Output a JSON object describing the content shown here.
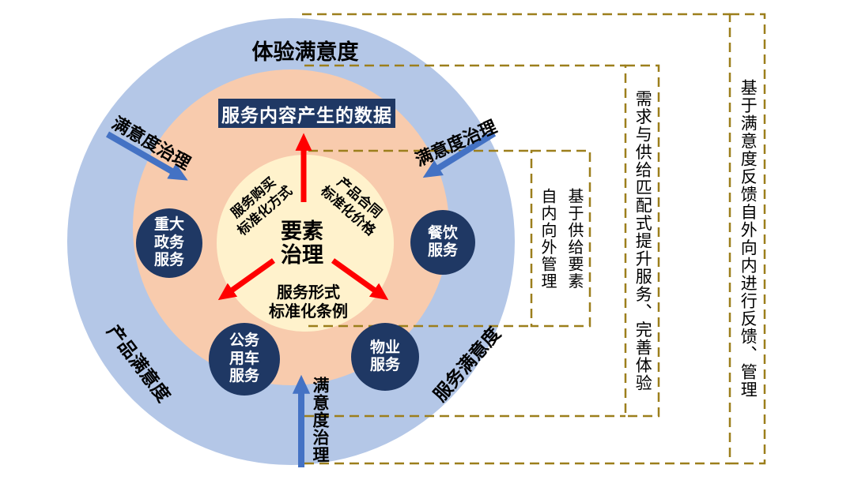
{
  "outer_ring": {
    "top_label": "体验满意度",
    "bottom_left_label": "产品满意度",
    "bottom_right_label": "服务满意度"
  },
  "governance_arrows": {
    "top_left_label": "满意度治理",
    "top_right_label": "满意度治理",
    "bottom_label": "满意度治理"
  },
  "data_box_label": "服务内容产生的数据",
  "core": {
    "line1": "要素",
    "line2": "治理"
  },
  "standardization": {
    "purchase": {
      "line1": "服务购买",
      "line2": "标准化方式"
    },
    "contract": {
      "line1": "产品合同",
      "line2": "标准化价格"
    },
    "form": {
      "line1": "服务形式",
      "line2": "标准化条例"
    }
  },
  "service_circles": {
    "government": {
      "line1": "重大",
      "line2": "政务",
      "line3": "服务"
    },
    "dining": {
      "line1": "餐饮",
      "line2": "服务"
    },
    "vehicle": {
      "line1": "公务",
      "line2": "用车",
      "line3": "服务"
    },
    "property": {
      "line1": "物业",
      "line2": "服务"
    }
  },
  "dashed_annotations": {
    "inner": {
      "column_right": "基于供给要素",
      "column_left": "自内向外管理"
    },
    "middle": "需求与供给匹配式提升服务、完善体验",
    "outer": "基于满意度反馈自外向内进行反馈、管理"
  },
  "colors": {
    "outer_ring": "#B4C7E7",
    "middle_ring": "#F8CBAD",
    "inner_circle": "#FFF2CC",
    "navy": "#1F3864",
    "red_arrow": "#FF0000",
    "blue_arrow": "#4472C4",
    "dashed_line": "#9C7F1C"
  }
}
